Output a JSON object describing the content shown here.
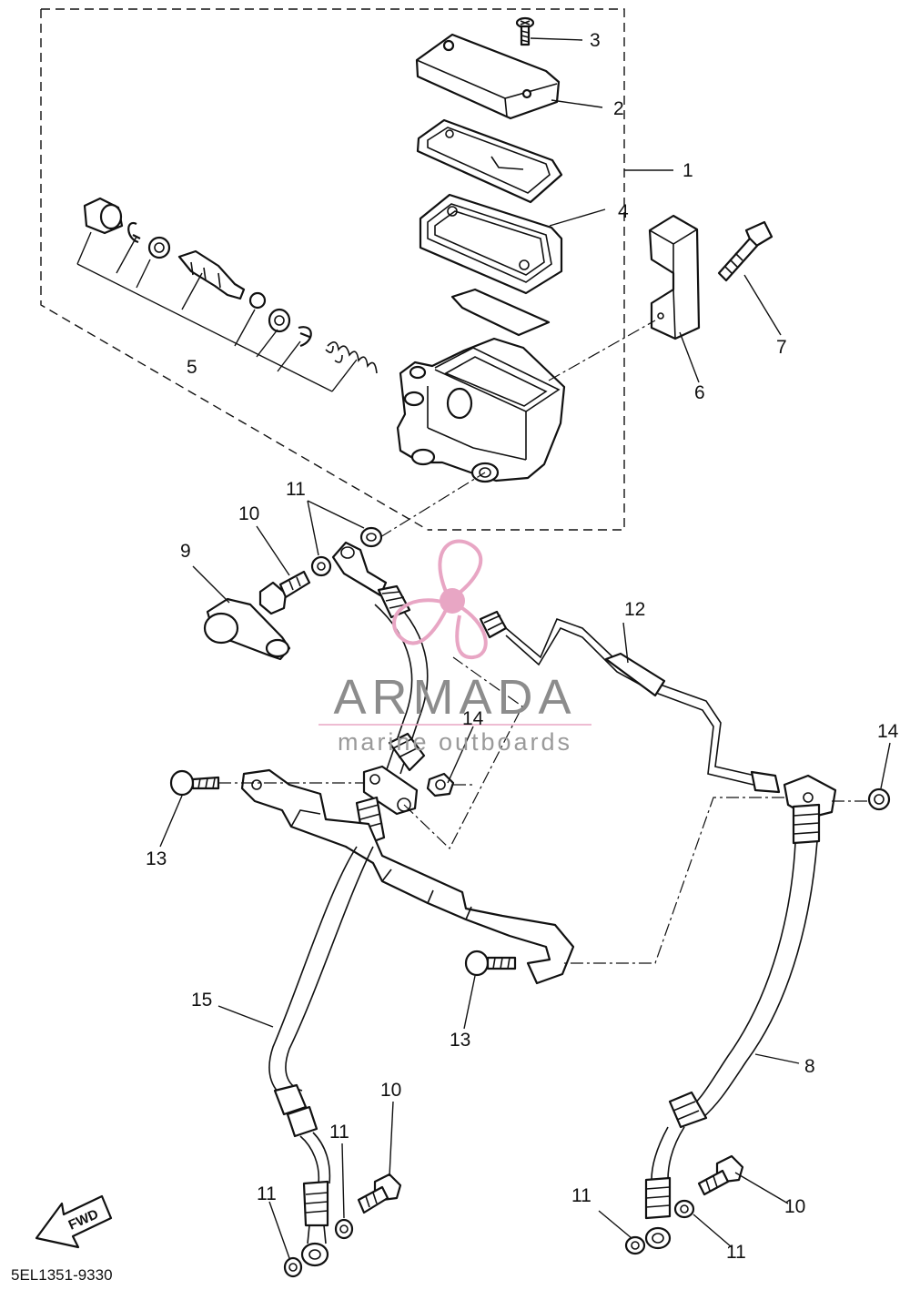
{
  "callouts": {
    "c1": "1",
    "c2": "2",
    "c3": "3",
    "c4": "4",
    "c5": "5",
    "c6": "6",
    "c7": "7",
    "c8": "8",
    "c9": "9",
    "c10a": "10",
    "c10b": "10",
    "c10c": "10",
    "c11a": "11",
    "c11b": "11",
    "c11c": "11",
    "c11d": "11",
    "c11e": "11",
    "c12": "12",
    "c13a": "13",
    "c13b": "13",
    "c14a": "14",
    "c14b": "14",
    "c15": "15"
  },
  "watermark": {
    "brand": "ARMADA",
    "tagline": "marine outboards",
    "logo_color": "#e8a6c4"
  },
  "footer": {
    "diagram_code": "5EL1351-9330",
    "direction_label": "FWD"
  }
}
